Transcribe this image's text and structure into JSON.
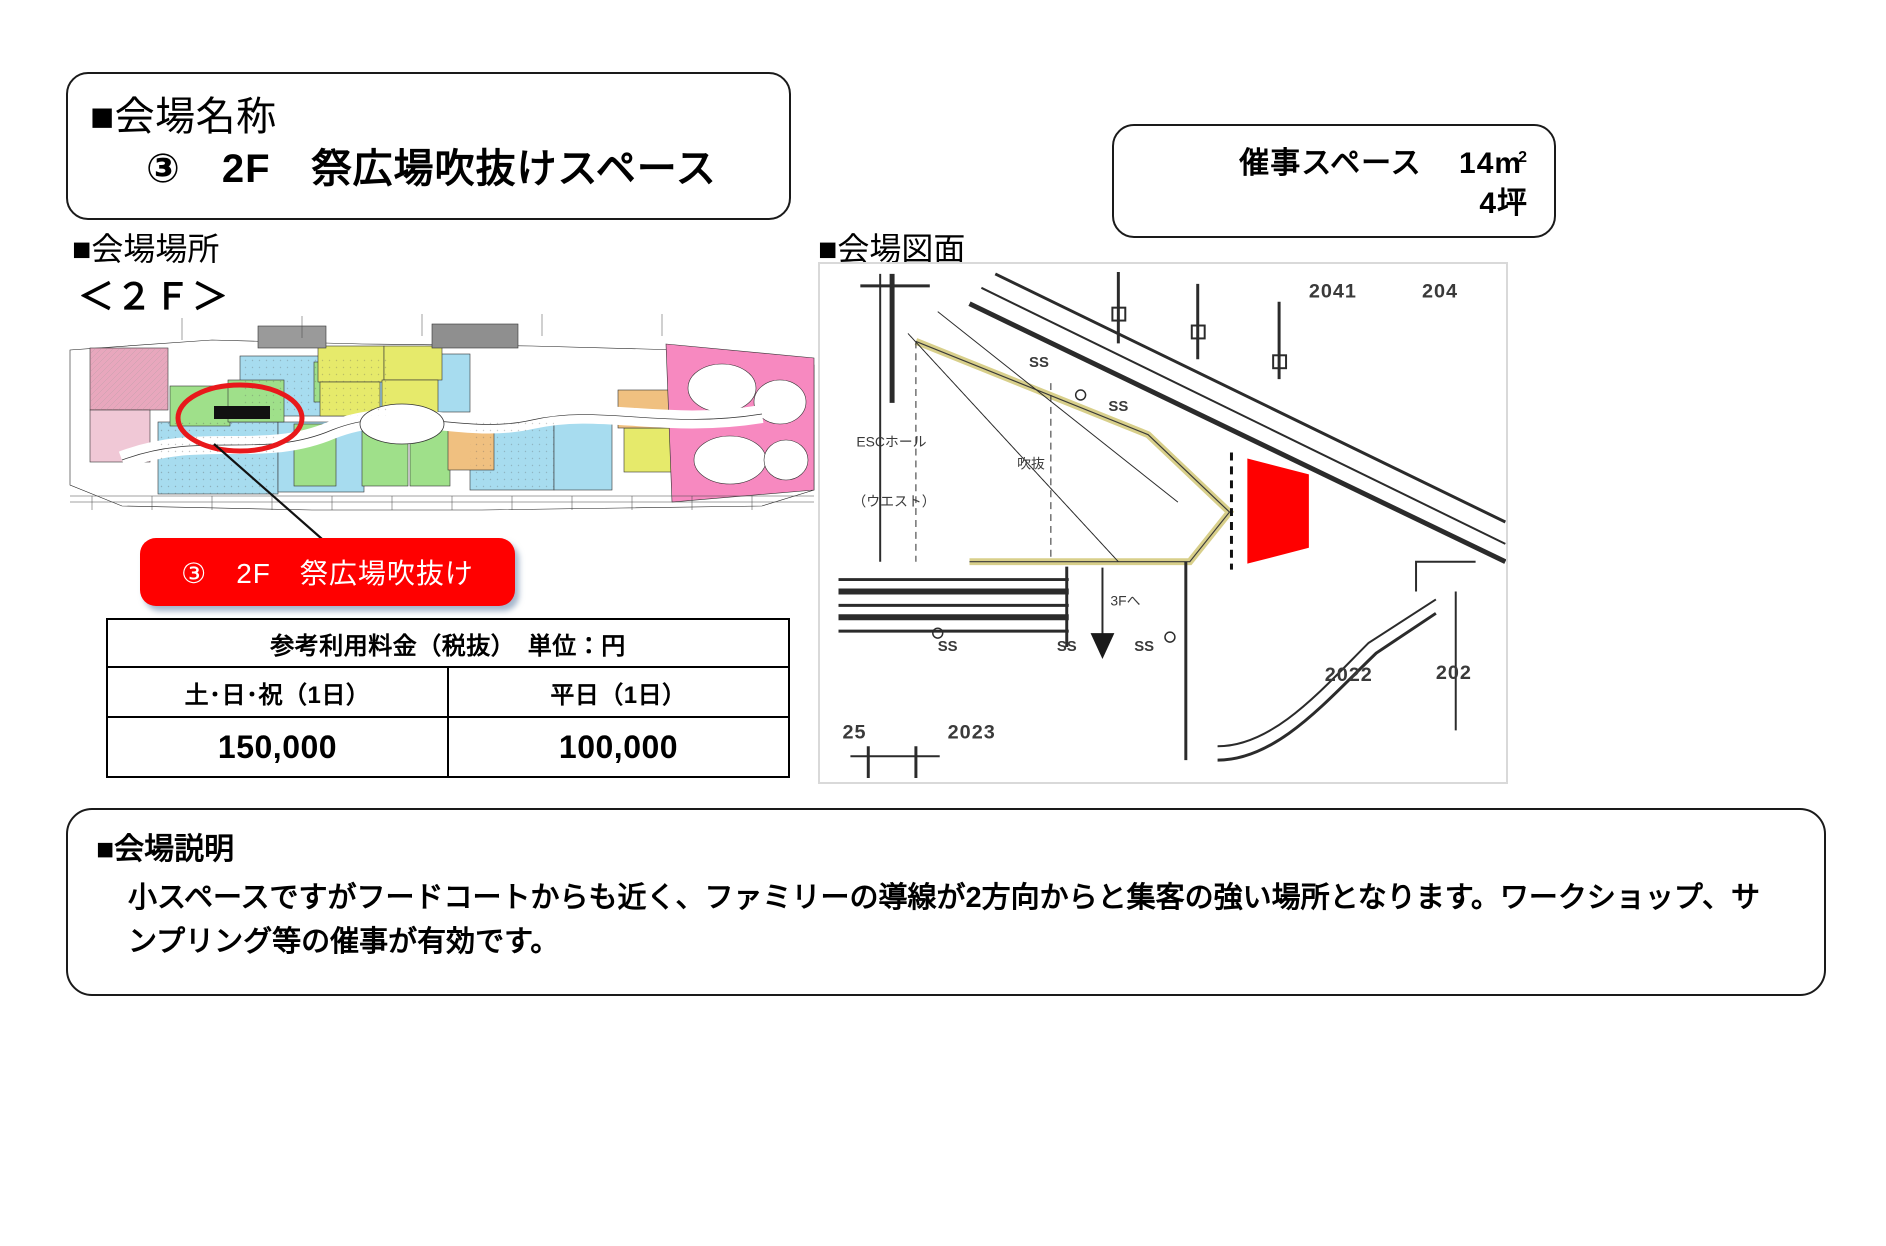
{
  "title": {
    "heading": "■会場名称",
    "venue_name": "③　2F　祭広場吹抜けスペース"
  },
  "area_badge": {
    "line1_label": "催事スペース",
    "line1_value": "14m",
    "line1_unit_sup": "2",
    "line2": "4坪"
  },
  "sections": {
    "location_heading": "■会場場所",
    "drawing_heading": "■会場図面"
  },
  "floor": {
    "label": "＜２Ｆ＞",
    "callout": "③　2F　祭広場吹抜け"
  },
  "price_table": {
    "caption": "参考利用料金（税抜）　単位：円",
    "columns": [
      "土･日･祝（1日）",
      "平日（1日）"
    ],
    "values": [
      "150,000",
      "100,000"
    ]
  },
  "description": {
    "heading": "■会場説明",
    "body": "小スペースですがフードコートからも近く、ファミリーの導線が2方向からと集客の強い場所となります。ワークショップ、サンプリング等の催事が有効です。"
  },
  "drawing_labels": {
    "top": [
      "2041",
      "204"
    ],
    "right": [
      "2022",
      "202"
    ],
    "bottom": [
      "25",
      "2023"
    ],
    "ss": [
      "SS",
      "SS",
      "SS",
      "SS",
      "SS"
    ],
    "void": "吹抜",
    "esc": "ESCホール",
    "west": "（ウエスト）",
    "to3f": "3Fへ"
  },
  "colors": {
    "accent_red": "#FF0000",
    "outline": "#1a1a1a",
    "panel_border": "#d9d9d9"
  }
}
